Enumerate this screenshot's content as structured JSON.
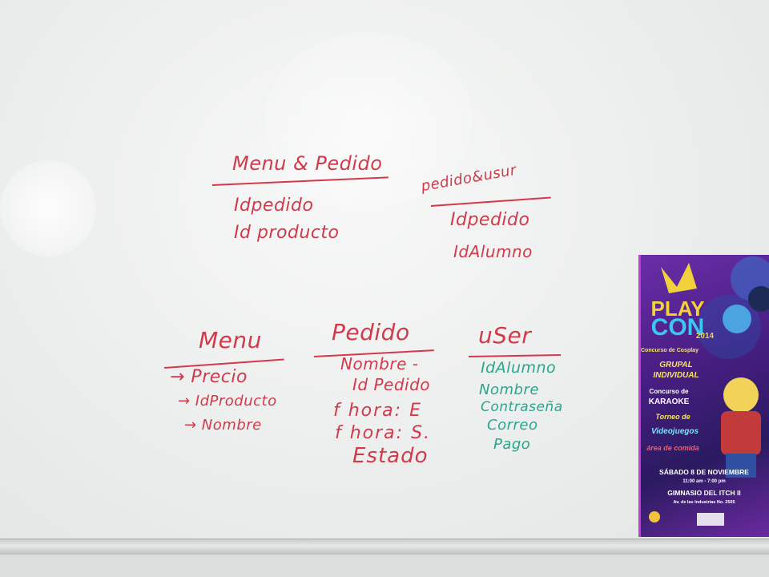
{
  "whiteboard": {
    "top_left_title": "Menu & Pedido",
    "top_left_fields": [
      "Idpedido",
      "Id producto"
    ],
    "top_right_title": "pedido&usur",
    "top_right_fields": [
      "Idpedido",
      "IdAlumno"
    ],
    "menu_title": "Menu",
    "menu_fields": [
      "→ Precio",
      "→ IdProducto",
      "→ Nombre"
    ],
    "pedido_title": "Pedido",
    "pedido_fields": [
      "Nombre -",
      "Id Pedido",
      "f hora: E",
      "f hora: S.",
      "Estado"
    ],
    "user_title": "uSer",
    "user_fields": [
      "IdAlumno",
      "Nombre",
      "Contraseña",
      "Correo",
      "Pago"
    ]
  },
  "poster": {
    "logo_line1": "PLAY",
    "logo_line2": "CON",
    "logo_year": "2014",
    "subtitle": "Concurso de Cosplay",
    "cosplay_types": [
      "GRUPAL",
      "INDIVIDUAL"
    ],
    "karaoke_intro": "Concurso de",
    "karaoke": "KARAOKE",
    "torneo": "Torneo de",
    "videojuegos": "Videojuegos",
    "food": "área de comida",
    "date": "SÁBADO 8 DE NOVIEMBRE",
    "time": "11:00 am - 7:00 pm",
    "venue": "GIMNASIO DEL ITCH II",
    "address": "Av. de las Industrias No. 2505"
  }
}
